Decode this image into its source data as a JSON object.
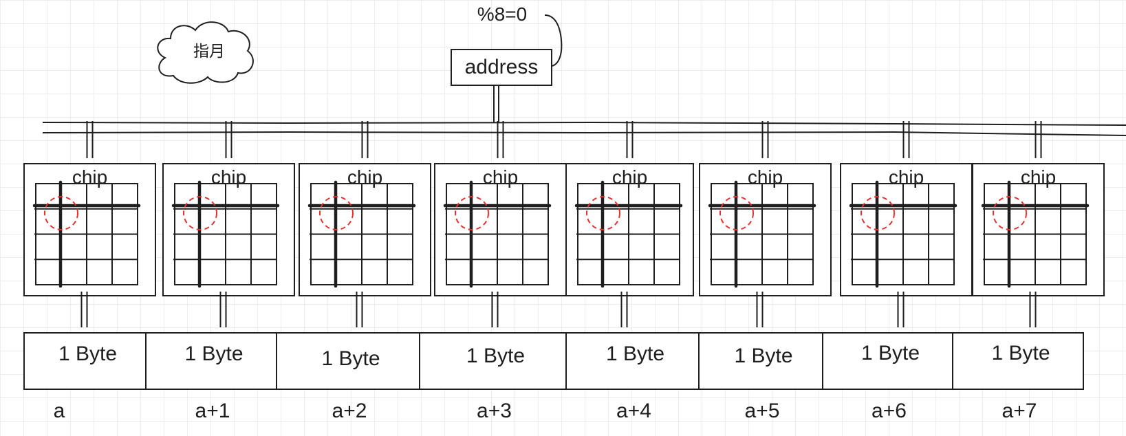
{
  "cloud": {
    "label": "指月"
  },
  "address": {
    "label": "address",
    "note": "%8=0"
  },
  "chips": [
    {
      "label": "chip"
    },
    {
      "label": "chip"
    },
    {
      "label": "chip"
    },
    {
      "label": "chip"
    },
    {
      "label": "chip"
    },
    {
      "label": "chip"
    },
    {
      "label": "chip"
    },
    {
      "label": "chip"
    }
  ],
  "bytes": [
    {
      "label": "1 Byte",
      "addr": "a"
    },
    {
      "label": "1 Byte",
      "addr": "a+1"
    },
    {
      "label": "1 Byte",
      "addr": "a+2"
    },
    {
      "label": "1 Byte",
      "addr": "a+3"
    },
    {
      "label": "1 Byte",
      "addr": "a+4"
    },
    {
      "label": "1 Byte",
      "addr": "a+5"
    },
    {
      "label": "1 Byte",
      "addr": "a+6"
    },
    {
      "label": "1 Byte",
      "addr": "a+7"
    }
  ],
  "colors": {
    "ink": "#1e1e1e",
    "highlight": "#e03131"
  }
}
